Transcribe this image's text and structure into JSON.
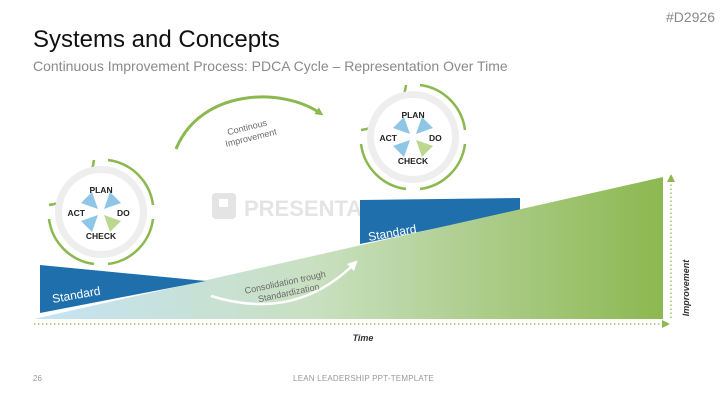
{
  "slide_id": "#D2926",
  "title": "Systems and Concepts",
  "subtitle": "Continuous Improvement Process: PDCA Cycle – Representation Over Time",
  "watermark": "PRESENTATIONLOAD",
  "labels": {
    "standard_left": "Standard",
    "standard_right": "Standard",
    "continuous_line1": "Continous",
    "continuous_line2": "Improvement",
    "consolidation_line1": "Consolidation trough",
    "consolidation_line2": "Standardization",
    "time_axis": "Time",
    "improvement_axis": "Improvement"
  },
  "cycle_left": {
    "plan": "PLAN",
    "do": "DO",
    "check": "CHECK",
    "act": "ACT"
  },
  "cycle_right": {
    "plan": "PLAN",
    "do": "DO",
    "check": "CHECK",
    "act": "ACT"
  },
  "footer": "LEAN LEADERSHIP PPT-TEMPLATE",
  "page_number": "26",
  "colors": {
    "green": "#8cb850",
    "blue": "#1f6fad",
    "light_blue": "#b9ddf2",
    "petal_blue": "#8fc6e6",
    "petal_green": "#bcd890"
  }
}
